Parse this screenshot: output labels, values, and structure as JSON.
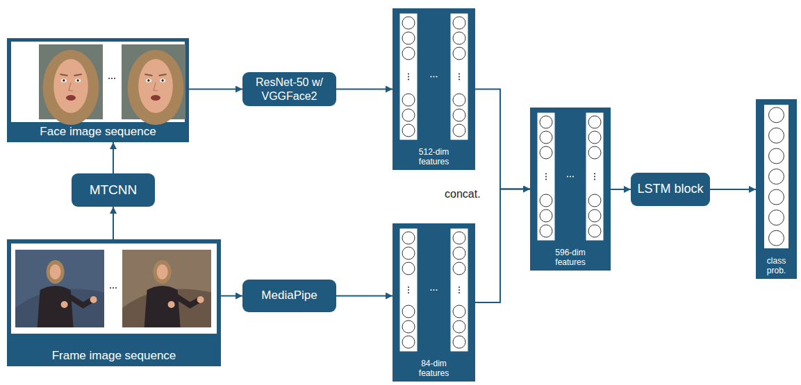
{
  "diagram": {
    "nodes": [
      {
        "text": [
          "Face image sequence"
        ]
      },
      {
        "text": [
          "ResNet-50 w/ VGGFace2"
        ]
      },
      {
        "text": [
          "512-dim features"
        ]
      },
      {
        "text": [
          "MTCNN"
        ]
      },
      {
        "text": [
          "596-dim features"
        ]
      },
      {
        "text": [
          "LSTM block"
        ]
      },
      {
        "text": [
          "class prob."
        ]
      },
      {
        "text": [
          "Frame image sequence"
        ]
      },
      {
        "text": [
          "MediaPipe"
        ]
      },
      {
        "text": [
          "84-dim features"
        ]
      }
    ],
    "edges": [
      {
        "from": 7,
        "to": 3,
        "arrow": "to"
      },
      {
        "from": 3,
        "to": 0,
        "arrow": "to"
      },
      {
        "from": 0,
        "to": 1,
        "arrow": "to"
      },
      {
        "from": 1,
        "to": 2,
        "arrow": "to"
      },
      {
        "from": 7,
        "to": 8,
        "arrow": "to"
      },
      {
        "from": 8,
        "to": 9,
        "arrow": "to"
      },
      {
        "from": 2,
        "to": 4,
        "arrow": "to"
      },
      {
        "from": 9,
        "to": 4,
        "arrow": "to"
      },
      {
        "from": 4,
        "to": 5,
        "arrow": "to"
      },
      {
        "from": 5,
        "to": 6,
        "arrow": "to"
      }
    ],
    "labels": [
      "concat."
    ]
  }
}
